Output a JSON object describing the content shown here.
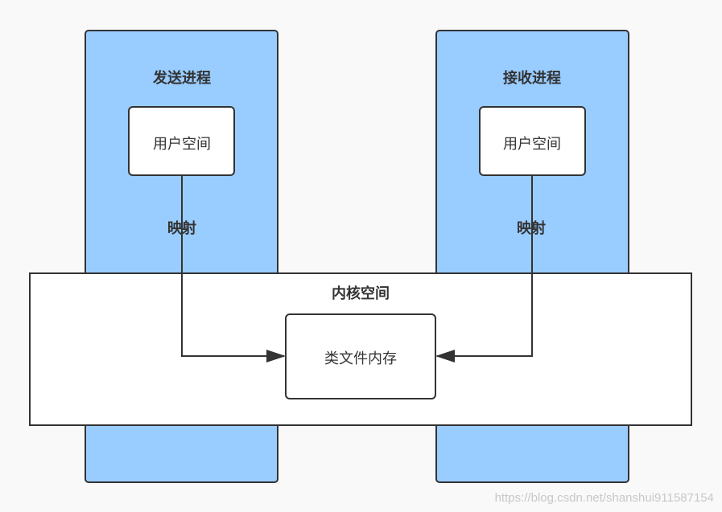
{
  "processes": {
    "sender": {
      "title": "发送进程",
      "user_space": "用户空间",
      "mapping": "映射"
    },
    "receiver": {
      "title": "接收进程",
      "user_space": "用户空间",
      "mapping": "映射"
    }
  },
  "kernel": {
    "title": "内核空间",
    "file_memory": "类文件内存"
  },
  "watermark": "https://blog.csdn.net/shanshui911587154",
  "colors": {
    "process_fill": "#99ccff",
    "box_fill": "#ffffff",
    "stroke": "#333333",
    "background": "#f9f9f9"
  }
}
